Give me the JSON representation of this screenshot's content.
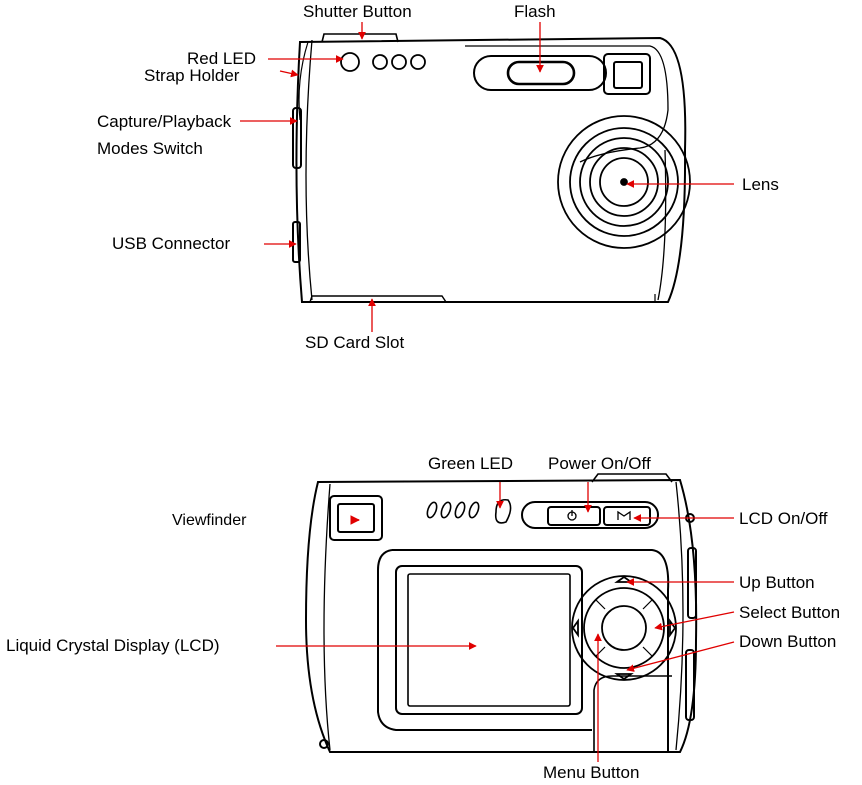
{
  "front_view": {
    "labels": {
      "shutter_button": "Shutter Button",
      "flash": "Flash",
      "red_led": "Red LED",
      "strap_holder": "Strap Holder",
      "capture_playback_line1": "Capture/Playback",
      "capture_playback_line2": "Modes Switch",
      "lens": "Lens",
      "usb_connector": "USB Connector",
      "sd_card_slot": "SD Card Slot"
    }
  },
  "back_view": {
    "labels": {
      "green_led": "Green LED",
      "power_on_off": "Power On/Off",
      "viewfinder": "Viewfinder",
      "lcd_on_off": "LCD On/Off",
      "up_button": "Up Button",
      "select_button": "Select Button",
      "down_button": "Down Button",
      "lcd": "Liquid Crystal Display (LCD)",
      "menu_button": "Menu Button"
    }
  },
  "colors": {
    "line": "#000000",
    "leader": "#e00000",
    "background": "#ffffff"
  }
}
